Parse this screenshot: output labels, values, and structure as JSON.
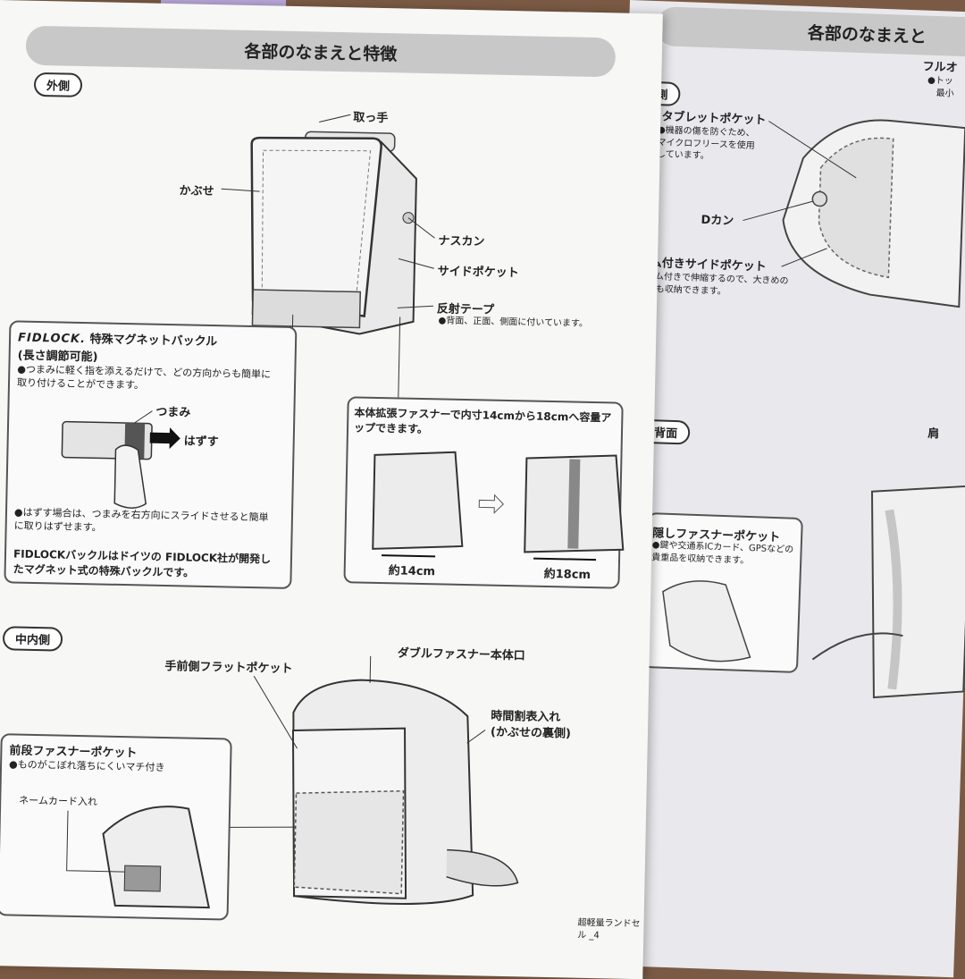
{
  "left_page": {
    "header": "各部のなまえと特徴",
    "outer": {
      "section": "外側",
      "labels": {
        "handle": "取っ手",
        "flap": "かぶせ",
        "hook": "ナスカン",
        "side_pocket": "サイドポケット",
        "reflector": "反射テープ"
      },
      "reflector_note": "●背面、正面、側面に付いています。"
    },
    "fidlock": {
      "brand": "FIDLOCK.",
      "title": "特殊マグネットバックル",
      "subtitle": "(長さ調節可能)",
      "note1": "●つまみに軽く指を添えるだけで、どの方向からも簡単に取り付けることができます。",
      "tab_label": "つまみ",
      "remove_label": "はずす",
      "note2": "●はずす場合は、つまみを右方向にスライドさせると簡単に取りはずせます。",
      "footer": "FIDLOCKバックルはドイツの FIDLOCK社が開発したマグネット式の特殊バックルです。"
    },
    "expansion": {
      "title": "本体拡張ファスナーで内寸14cmから18cmへ容量アップできます。",
      "before": "約14cm",
      "after": "約18cm"
    },
    "mid_inner": {
      "section": "中内側",
      "labels": {
        "flat_pocket": "手前側フラットポケット",
        "double_zip": "ダブルファスナー本体口",
        "timetable": "時間割表入れ",
        "timetable_sub": "(かぶせの裏側)"
      }
    },
    "front_pocket": {
      "title": "前段ファスナーポケット",
      "note": "●ものがこぼれ落ちにくいマチ付き",
      "name_card": "ネームカード入れ"
    },
    "footer": "超軽量ランドセル _4"
  },
  "right_page": {
    "header": "各部のなまえと",
    "inner": {
      "section": "内側",
      "tablet_pocket": "タブレットポケット",
      "tablet_note": "●機器の傷を防ぐため、マイクロフリースを使用しています。",
      "full_open": "フルオ",
      "full_open_note": "●トッ",
      "full_open_note2": "最小",
      "d_ring": "Dカン",
      "elastic_pocket": "ゴム付きサイドポケット",
      "elastic_note": "●ゴム付きで伸縮するので、大きめのものも収納できます。"
    },
    "back": {
      "section": "背面",
      "shoulder": "肩",
      "hidden_pocket": "隠しファスナーポケット",
      "hidden_note": "●鍵や交通系ICカード、GPSなどの貴重品を収納できます。"
    }
  }
}
